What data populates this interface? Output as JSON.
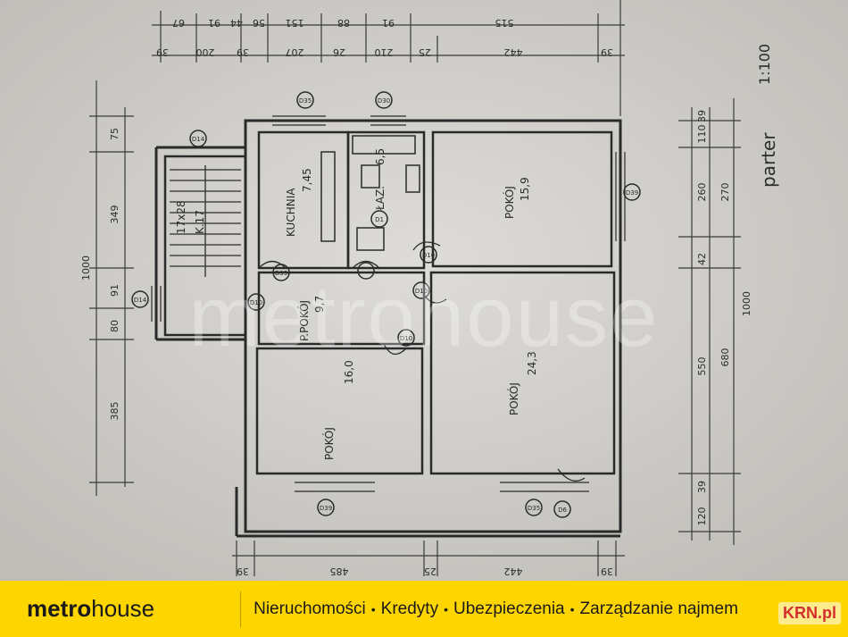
{
  "plan": {
    "scale_label": "1:100",
    "floor_label": "parter",
    "rooms": [
      {
        "name": "KUCHNIA",
        "area": "7,45"
      },
      {
        "name": "ŁAZ.",
        "area": "6,5"
      },
      {
        "name": "POKÓJ",
        "area": "15,9"
      },
      {
        "name": "P.POKÓJ",
        "area": "9,7"
      },
      {
        "name": "POKÓJ",
        "area": "16,0"
      },
      {
        "name": "POKÓJ",
        "area": "24,3"
      }
    ],
    "stair_label": "17x28",
    "stair_label2": "K.17",
    "markers": [
      "D14",
      "D35",
      "D30",
      "D1",
      "D10",
      "D10",
      "D10",
      "D10",
      "D39",
      "D39",
      "D35",
      "D6",
      "D14",
      "D35"
    ],
    "dims_top": [
      "67",
      "91",
      "44",
      "56",
      "151",
      "88",
      "91",
      "515",
      "39",
      "200",
      "39",
      "207",
      "26",
      "210",
      "25",
      "442",
      "39"
    ],
    "dims_left": [
      "75",
      "349",
      "1000",
      "91",
      "80",
      "385"
    ],
    "dims_right": [
      "39",
      "110",
      "270",
      "260",
      "42",
      "1000",
      "680",
      "550",
      "39",
      "120"
    ],
    "dims_bottom": [
      "39",
      "485",
      "25",
      "442",
      "39"
    ]
  },
  "watermark": {
    "left": "metro",
    "right": "house"
  },
  "footer": {
    "logo_bold": "metro",
    "logo_light": "house",
    "services": [
      "Nieruchomości",
      "Kredyty",
      "Ubezpieczenia",
      "Zarządzanie najmem"
    ],
    "separator": "•",
    "badge": "KRN.pl"
  }
}
